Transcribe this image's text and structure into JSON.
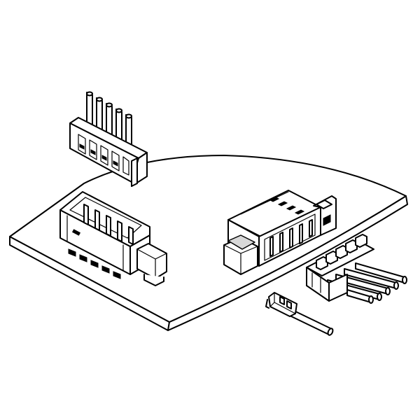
{
  "figure": {
    "background": "#ffffff",
    "line_color": "#000000",
    "parts": [
      {
        "id": "pcb-board",
        "kind": "printed circuit board"
      },
      {
        "id": "wire-housing",
        "kind": "5-way wire-to-board receptacle housing with wires",
        "positions": 5
      },
      {
        "id": "vertical-header",
        "kind": "5-way vertical SMT header",
        "positions": 5
      },
      {
        "id": "right-angle-header",
        "kind": "5-way right-angle SMT header",
        "positions": 5
      },
      {
        "id": "mating-housing",
        "kind": "5-way receptacle housing with wires",
        "positions": 5
      },
      {
        "id": "crimp-terminal",
        "kind": "crimp terminal with wire"
      }
    ]
  }
}
